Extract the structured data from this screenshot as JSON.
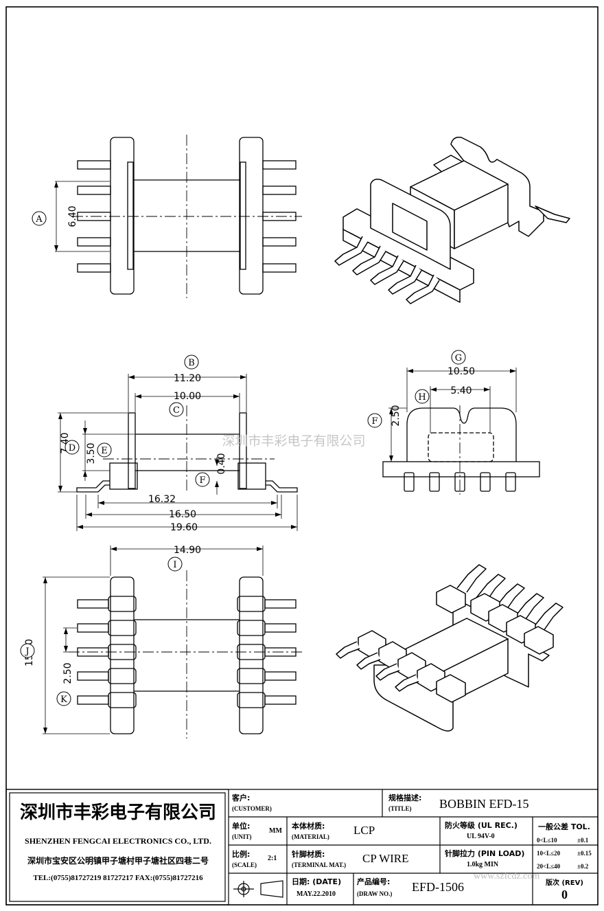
{
  "dimensions": {
    "a_6_40": "6.40",
    "b_11_20": "11.20",
    "c_10_00": "10.00",
    "d_7_40": "7.40",
    "e_3_50": "3.50",
    "f_0_40": "0.40",
    "w_16_32": "16.32",
    "w_16_50": "16.50",
    "w_19_60": "19.60",
    "g_10_50": "10.50",
    "h_5_40": "5.40",
    "f_2_50": "2.50",
    "i_14_90": "14.90",
    "j_15_00": "15.00",
    "k_2_50": "2.50"
  },
  "markers": {
    "a": "A",
    "b": "B",
    "c": "C",
    "d": "D",
    "e": "E",
    "f1": "F",
    "f2": "F",
    "g": "G",
    "h": "H",
    "i": "I",
    "j": "J",
    "k": "K"
  },
  "watermark": "深圳市丰彩电子有限公司",
  "title_block": {
    "company_cn": "深圳市丰彩电子有限公司",
    "company_en": "SHENZHEN FENGCAI ELECTRONICS CO., LTD.",
    "address": "深圳市宝安区公明镇甲子塘村甲子塘社区四巷二号",
    "contact": "TEL:(0755)81727219  81727217    FAX:(0755)81727216",
    "customer_cn": "客户:",
    "customer_en": "(CUSTOMER)",
    "unit_cn": "单位:",
    "unit_en": "(UNIT)",
    "unit_val": "MM",
    "scale_cn": "比例:",
    "scale_en": "(SCALE)",
    "scale_val": "2:1",
    "title_cn": "规格描述:",
    "title_en": "(TITLE)",
    "title_val": "BOBBIN EFD-15",
    "material_cn": "本体材质:",
    "material_en": "(MATERIAL)",
    "material_val": "LCP",
    "terminal_cn": "针脚材质:",
    "terminal_en": "(TERMINAL MAT.)",
    "terminal_val": "CP WIRE",
    "ul_label": "防火等级 (UL REC.)",
    "ul_val": "UL 94V-0",
    "pin_label": "针脚拉力 (PIN LOAD)",
    "pin_val": "1.0kg MIN",
    "date_label": "日期: (DATE)",
    "date_val": "MAY.22.2010",
    "drawno_cn": "产品编号:",
    "drawno_en": "(DRAW NO.)",
    "drawno_val": "EFD-1506",
    "tol_header": "一般公差 TOL.",
    "tol_rows": [
      {
        "range": "0<L≤10",
        "tol": "±0.1"
      },
      {
        "range": "10<L≤20",
        "tol": "±0.15"
      },
      {
        "range": "20<L≤40",
        "tol": "±0.2"
      }
    ],
    "rev_label": "版次 (REV)",
    "rev_val": "0",
    "website": "www.szfcdz.com"
  }
}
